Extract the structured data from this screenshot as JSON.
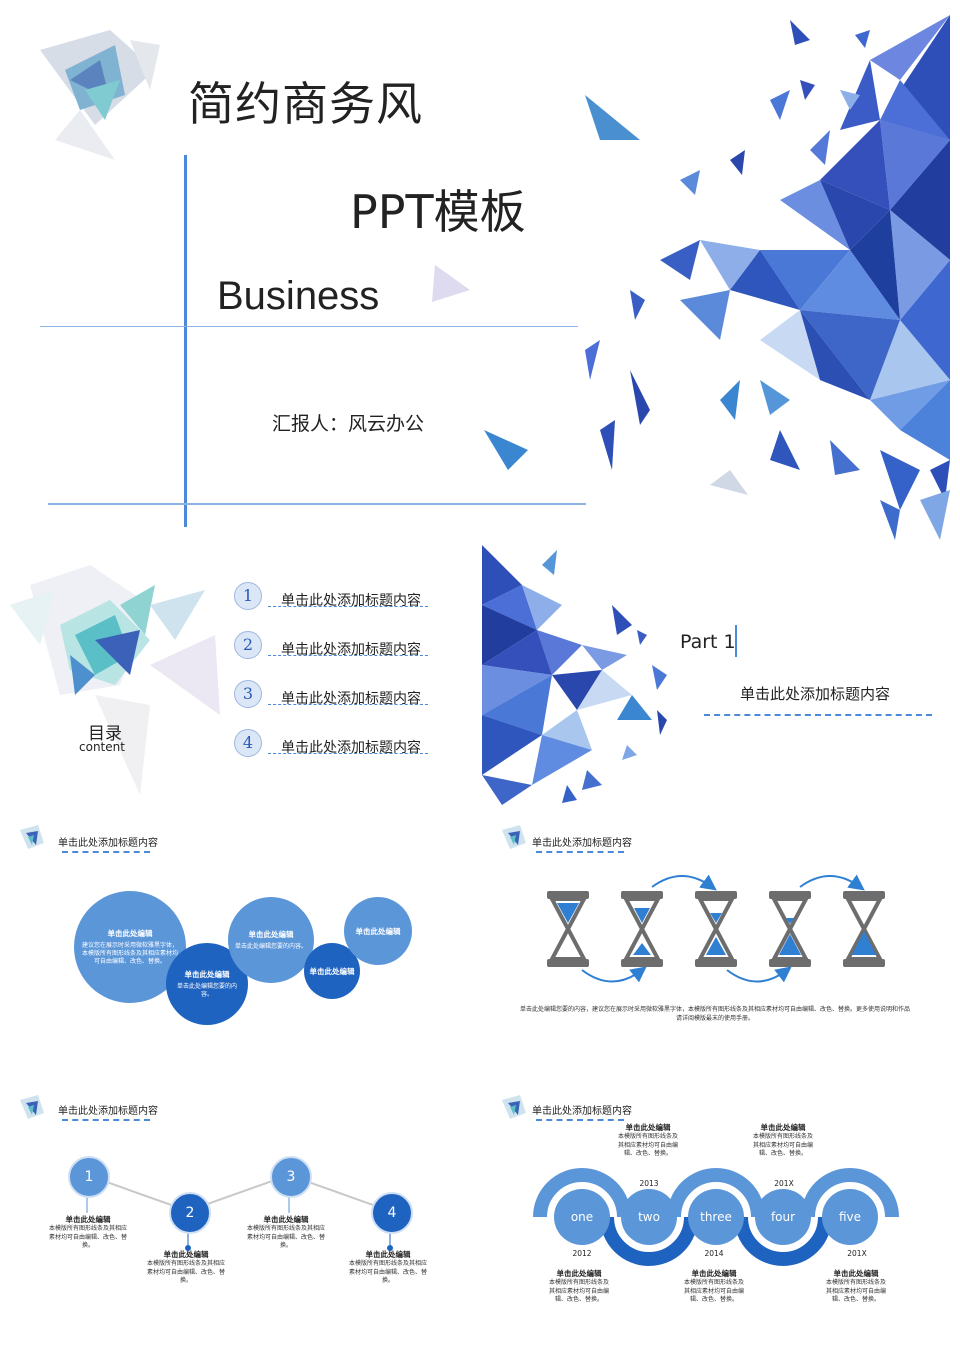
{
  "cover": {
    "title": "简约商务风",
    "subtitle": "PPT模板",
    "english": "Business",
    "reporter": "汇报人：风云办公"
  },
  "toc": {
    "title": "目录",
    "subtitle": "content",
    "items": [
      {
        "num": "1",
        "label": "单击此处添加标题内容"
      },
      {
        "num": "2",
        "label": "单击此处添加标题内容"
      },
      {
        "num": "3",
        "label": "单击此处添加标题内容"
      },
      {
        "num": "4",
        "label": "单击此处添加标题内容"
      }
    ]
  },
  "part": {
    "label": "Part 1",
    "title": "单击此处添加标题内容"
  },
  "slide_circles": {
    "header": "单击此处添加标题内容",
    "circles": [
      {
        "title": "单击此处编辑",
        "body": "建议您在展示时采用微软雅黑字体，本模版所有图形线条及其相应素材均可自由编辑、改色、替换。",
        "color": "#5b96d9"
      },
      {
        "title": "单击此处编辑",
        "body": "单击此处编辑您要的内容。",
        "color": "#1f63c0"
      },
      {
        "title": "单击此处编辑",
        "body": "单击此处编辑您要的内容。",
        "color": "#5b96d9"
      },
      {
        "title": "单击此处编辑",
        "body": "",
        "color": "#1f63c0"
      },
      {
        "title": "单击此处编辑",
        "body": "",
        "color": "#5b96d9"
      }
    ]
  },
  "slide_hourglass": {
    "header": "单击此处添加标题内容",
    "caption": "单击此处编辑您要的内容，建议您在展示时采用微软雅黑字体，本模版所有图形线条及其相应素材均可自由编辑、改色、替换。更多使用说明和作品请详阅模版最末的使用手册。"
  },
  "slide_steps": {
    "header": "单击此处添加标题内容",
    "steps": [
      {
        "num": "1",
        "title": "单击此处编辑",
        "body": "本模版所有图形线条及其相应素材均可自由编辑、改色、替换。"
      },
      {
        "num": "2",
        "title": "单击此处编辑",
        "body": "本模版所有图形线条及其相应素材均可自由编辑、改色、替换。"
      },
      {
        "num": "3",
        "title": "单击此处编辑",
        "body": "本模版所有图形线条及其相应素材均可自由编辑、改色、替换。"
      },
      {
        "num": "4",
        "title": "单击此处编辑",
        "body": "本模版所有图形线条及其相应素材均可自由编辑、改色、替换。"
      }
    ]
  },
  "slide_timeline": {
    "header": "单击此处添加标题内容",
    "nodes": [
      {
        "label": "one",
        "year": "2012",
        "title": "单击此处编辑",
        "body": "本模版所有图形线条及其相应素材均可自由编辑、改色、替换。"
      },
      {
        "label": "two",
        "year": "2013",
        "title": "单击此处编辑",
        "body": "本模版所有图形线条及其相应素材均可自由编辑、改色、替换。"
      },
      {
        "label": "three",
        "year": "2014",
        "title": "单击此处编辑",
        "body": "本模版所有图形线条及其相应素材均可自由编辑、改色、替换。"
      },
      {
        "label": "four",
        "year": "201X",
        "title": "单击此处编辑",
        "body": "本模版所有图形线条及其相应素材均可自由编辑、改色、替换。"
      },
      {
        "label": "five",
        "year": "201X",
        "title": "单击此处编辑",
        "body": "本模版所有图形线条及其相应素材均可自由编辑、改色、替换。"
      }
    ]
  },
  "colors": {
    "primary": "#1f63c0",
    "light": "#5b96d9",
    "line": "#4a8ad8",
    "gray": "#6d6d6d"
  }
}
